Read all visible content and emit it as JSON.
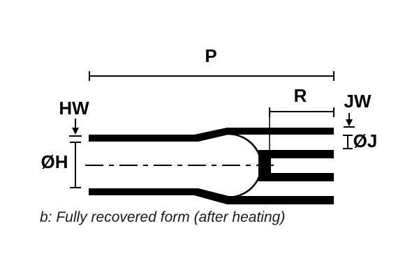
{
  "diagram": {
    "type": "technical-dimension-drawing",
    "subject": "heat-shrink transition boot, side section view",
    "caption": "b: Fully recovered form (after heating)",
    "dimension_labels": {
      "p": "P",
      "r": "R",
      "hw": "HW",
      "jw": "JW",
      "oh": "ØH",
      "oj": "ØJ"
    },
    "colors": {
      "line": "#000000",
      "background": "#ffffff"
    }
  }
}
